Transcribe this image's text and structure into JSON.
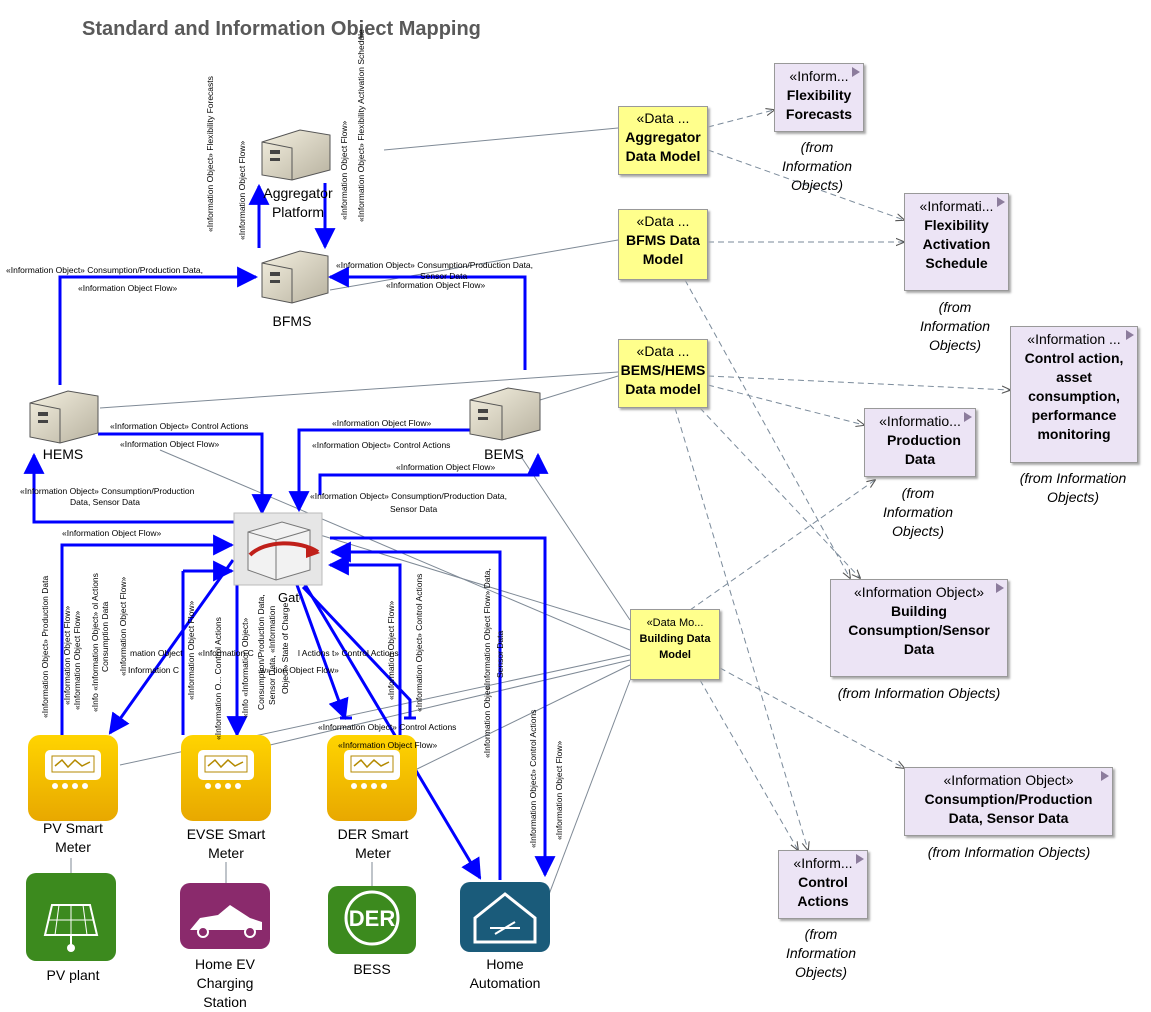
{
  "title": "Standard and Information Object Mapping",
  "nodes": {
    "aggregator": "Aggregator Platform",
    "bfms": "BFMS",
    "hems": "HEMS",
    "bems": "BEMS",
    "gateway": "Gateway",
    "pv_meter": "PV Smart Meter",
    "evse_meter": "EVSE Smart Meter",
    "der_meter": "DER Smart Meter",
    "pv_plant": "PV plant",
    "ev_station": "Home EV Charging Station",
    "bess": "BESS",
    "home_automation": "Home Automation",
    "der_logo": "DER"
  },
  "data_models": {
    "stereotype_short": "«Data ...",
    "aggregator": "Aggregator Data Model",
    "bfms": "BFMS Data Model",
    "bems_hems": "BEMS/HEMS Data model",
    "building_stereotype": "«Data Mo...",
    "building": "Building Data Model"
  },
  "info_objects": {
    "flex_forecasts": {
      "stereotype": "«Inform...",
      "name": "Flexibility Forecasts"
    },
    "flex_activation": {
      "stereotype": "«Informati...",
      "name": "Flexibility Activation Schedule"
    },
    "control_asset": {
      "stereotype": "«Information ...",
      "name": "Control action, asset consumption, performance monitoring"
    },
    "production": {
      "stereotype": "«Informatio...",
      "name": "Production Data"
    },
    "building_consumption": {
      "stereotype": "«Information Object»",
      "name": "Building Consumption/Sensor Data"
    },
    "consumption_production": {
      "stereotype": "«Information Object»",
      "name": "Consumption/Production Data, Sensor Data"
    },
    "control_actions": {
      "stereotype": "«Inform...",
      "name": "Control Actions"
    }
  },
  "from_label": "(from Information Objects)",
  "flow_labels": {
    "agg_flex_forecasts": "«Information Object» Flexibility Forecasts",
    "agg_flow_left": "«Information Object Flow»",
    "agg_flow_right": "«Information Object Flow»",
    "agg_activation": "«Information Object» Flexibility Activation Schedule",
    "hems_bfms_data": "«Information Object» Consumption/Production Data,",
    "hems_bfms_flow": "«Information Object Flow»",
    "bems_bfms_data": "«Information Object» Consumption/Production Data,",
    "bems_bfms_sensor": "Sensor Data",
    "bems_bfms_flow": "«Information Object Flow»",
    "hems_control": "«Information Object» Control Actions",
    "hems_flow": "«Information Object Flow»",
    "bems_flow_top": "«Information Object Flow»",
    "bems_control": "«Information Object» Control Actions",
    "bems_flow2": "«Information Object Flow»",
    "hems_cons_data": "«Information Object» Consumption/Production",
    "hems_cons_data2": "Data, Sensor Data",
    "bems_cons_data": "«Information Object» Consumption/Production Data,",
    "bems_cons_data2": "Sensor Data",
    "gw_flow": "«Information Object Flow»",
    "pv_production": "«Information Object» Production Data",
    "pv_flow": "«Information Object Flow»",
    "pv_flow2": "«Information Object Flow»",
    "pv_info_actions": "«Info «Information Object» ol Actions",
    "pv_consumption": "Consumption Data",
    "pv_flow3": "«Information Object Flow»",
    "evse_flow": "«Information Object Flow»",
    "evse_control": "«Information O... Control Actions",
    "evse_info": "«Info «Information Object»",
    "evse_sensor": "Consumption/Production Data,",
    "evse_state": "Sensor Data, «Information",
    "evse_state2": "Object» State of Charge",
    "mid_mation": "mation Object",
    "mid_info_c": "Information C",
    "mid_info_c2": "«Information C",
    "mid_control": "l Actions t» Control Actions",
    "mid_flow": "w» tion Object Flow»",
    "der_flow": "«Information Object Flow»",
    "der_control": "«Information Object» Control Actions",
    "der_control_h": "«Information Object» Control Actions",
    "der_flow_h": "«Information Object Flow»",
    "ha_flow": "«Information Object Flow» Data,",
    "ha_sensor": "Sensor Data",
    "ha_control": "«Information Object» Control Actions",
    "ha_info": "«Information Objec",
    "ha_flow2": "«Information Object Flow»"
  },
  "colors": {
    "flow": "#0000ff",
    "data_model": "#ffff8c",
    "info_object": "#ece4f5",
    "meter": "#f2b705",
    "pv_plant": "#3c8a1e",
    "ev": "#8a2a6c",
    "bess": "#3c8a1e",
    "ha": "#1a5b7a"
  }
}
